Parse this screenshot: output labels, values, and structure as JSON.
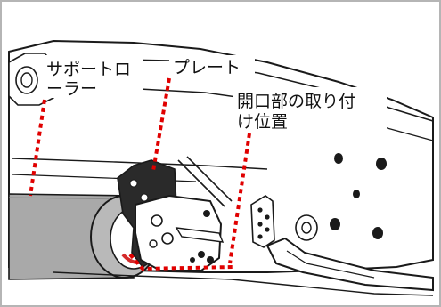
{
  "colors": {
    "frame_border": "#b5b5b5",
    "line_art": "#1a1a1a",
    "roller_shade": "#a9a9a9",
    "dark_plate": "#2a2a2a",
    "callout_dots": "#e00000",
    "reflector_red": "#d42a2a"
  },
  "labels": {
    "support_roller_line1": "サポートロ",
    "support_roller_line2": "ーラー",
    "plate": "プレート",
    "mount_position_line1": "開口部の取り付",
    "mount_position_line2": "け位置"
  },
  "icons": {
    "callout_marker": "dotted-red-leader-line"
  }
}
